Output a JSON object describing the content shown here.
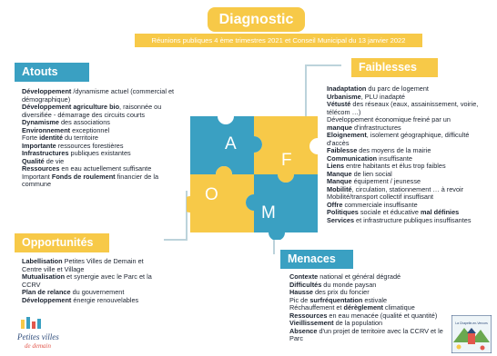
{
  "header": {
    "title": "Diagnostic",
    "subtitle": "Réunions publiques 4 ème trimestres 2021 et Conseil Municipal du 13 janvier 2022"
  },
  "colors": {
    "blue": "#3aa0c2",
    "yellow": "#f7c948"
  },
  "atouts": {
    "title": "Atouts",
    "items": [
      {
        "b": "Développement",
        "t": " /dynamisme actuel (commercial et démographique)"
      },
      {
        "b": "Développement agriculture bio",
        "t": ", raisonnée ou diversifiée - démarrage des circuits courts"
      },
      {
        "b": "Dynamisme",
        "t": " des associations"
      },
      {
        "b": "Environnement",
        "t": " exceptionnel"
      },
      {
        "p": "Forte ",
        "b": "identité",
        "t": " du territoire"
      },
      {
        "b": "Importante",
        "t": " ressources forestières"
      },
      {
        "b": "Infrastructures",
        "t": " publiques existantes"
      },
      {
        "b": "Qualité",
        "t": " de vie"
      },
      {
        "b": "Ressources",
        "t": " en eau actuellement suffisante"
      },
      {
        "p": "Important ",
        "b": "Fonds de roulement",
        "t": " financier de la commune"
      }
    ]
  },
  "faiblesses": {
    "title": "Faiblesses",
    "items": [
      {
        "b": "Inadaptation",
        "t": " du parc de logement"
      },
      {
        "b": "Urbanisme",
        "t": ", PLU inadapté"
      },
      {
        "b": "Vétusté",
        "t": " des réseaux (eaux, assainissement, voirie, télécom …)"
      },
      {
        "t": "Développement économique freiné par un "
      },
      {
        "b": "manque",
        "t": " d'infrastructures"
      },
      {
        "b": "Eloignement",
        "t": ", isolement géographique, difficulté d'accès"
      },
      {
        "b": "Faiblesse",
        "t": " des moyens de la mairie"
      },
      {
        "b": "Communication",
        "t": " insuffisante"
      },
      {
        "b": "Liens",
        "t": " entre habitants et élus trop faibles"
      },
      {
        "b": "Manque",
        "t": " de lien social"
      },
      {
        "b": "Manque",
        "t": " équipement / jeunesse"
      },
      {
        "b": "Mobilité",
        "t": ", circulation, stationnement … à revoir"
      },
      {
        "t": "Mobilité/transport collectif insuffisant"
      },
      {
        "b": "Offre",
        "t": " commerciale insuffisante"
      },
      {
        "b": "Politiques",
        "t": " sociale et éducative ",
        "b2": "mal définies"
      },
      {
        "b": "Services",
        "t": " et infrastructure publiques insuffisantes"
      }
    ]
  },
  "opportunites": {
    "title": "Opportunités",
    "items": [
      {
        "b": "Labellisation",
        "t": " Petites Villes de Demain et Centre ville et Village"
      },
      {
        "b": "Mutualisation",
        "t": " et synergie avec le Parc et la CCRV"
      },
      {
        "b": "Plan de relance",
        "t": " du gouvernement"
      },
      {
        "b": "Développement",
        "t": " énergie renouvelables"
      }
    ]
  },
  "menaces": {
    "title": "Menaces",
    "items": [
      {
        "b": "Contexte",
        "t": " national et général dégradé"
      },
      {
        "b": "Difficultés",
        "t": " du monde paysan"
      },
      {
        "b": "Hausse",
        "t": " des prix du foncier"
      },
      {
        "p": "Pic de ",
        "b": "surfréquentation",
        "t": " estivale"
      },
      {
        "p": "Réchauffement et ",
        "b": "dérèglement",
        "t": " climatique"
      },
      {
        "b": "Ressources",
        "t": " en eau menacée (qualité et quantité)"
      },
      {
        "b": "Vieillissement",
        "t": " de la population"
      },
      {
        "b": "Absence",
        "t": " d'un projet de territoire avec la CCRV et le Parc"
      }
    ]
  },
  "puzzle": {
    "a": "A",
    "f": "F",
    "o": "O",
    "m": "M"
  },
  "logos": {
    "left": {
      "line1": "Petites villes",
      "line2": "de demain"
    },
    "right": {
      "caption": "La Chapelle-en-Vercors"
    }
  }
}
